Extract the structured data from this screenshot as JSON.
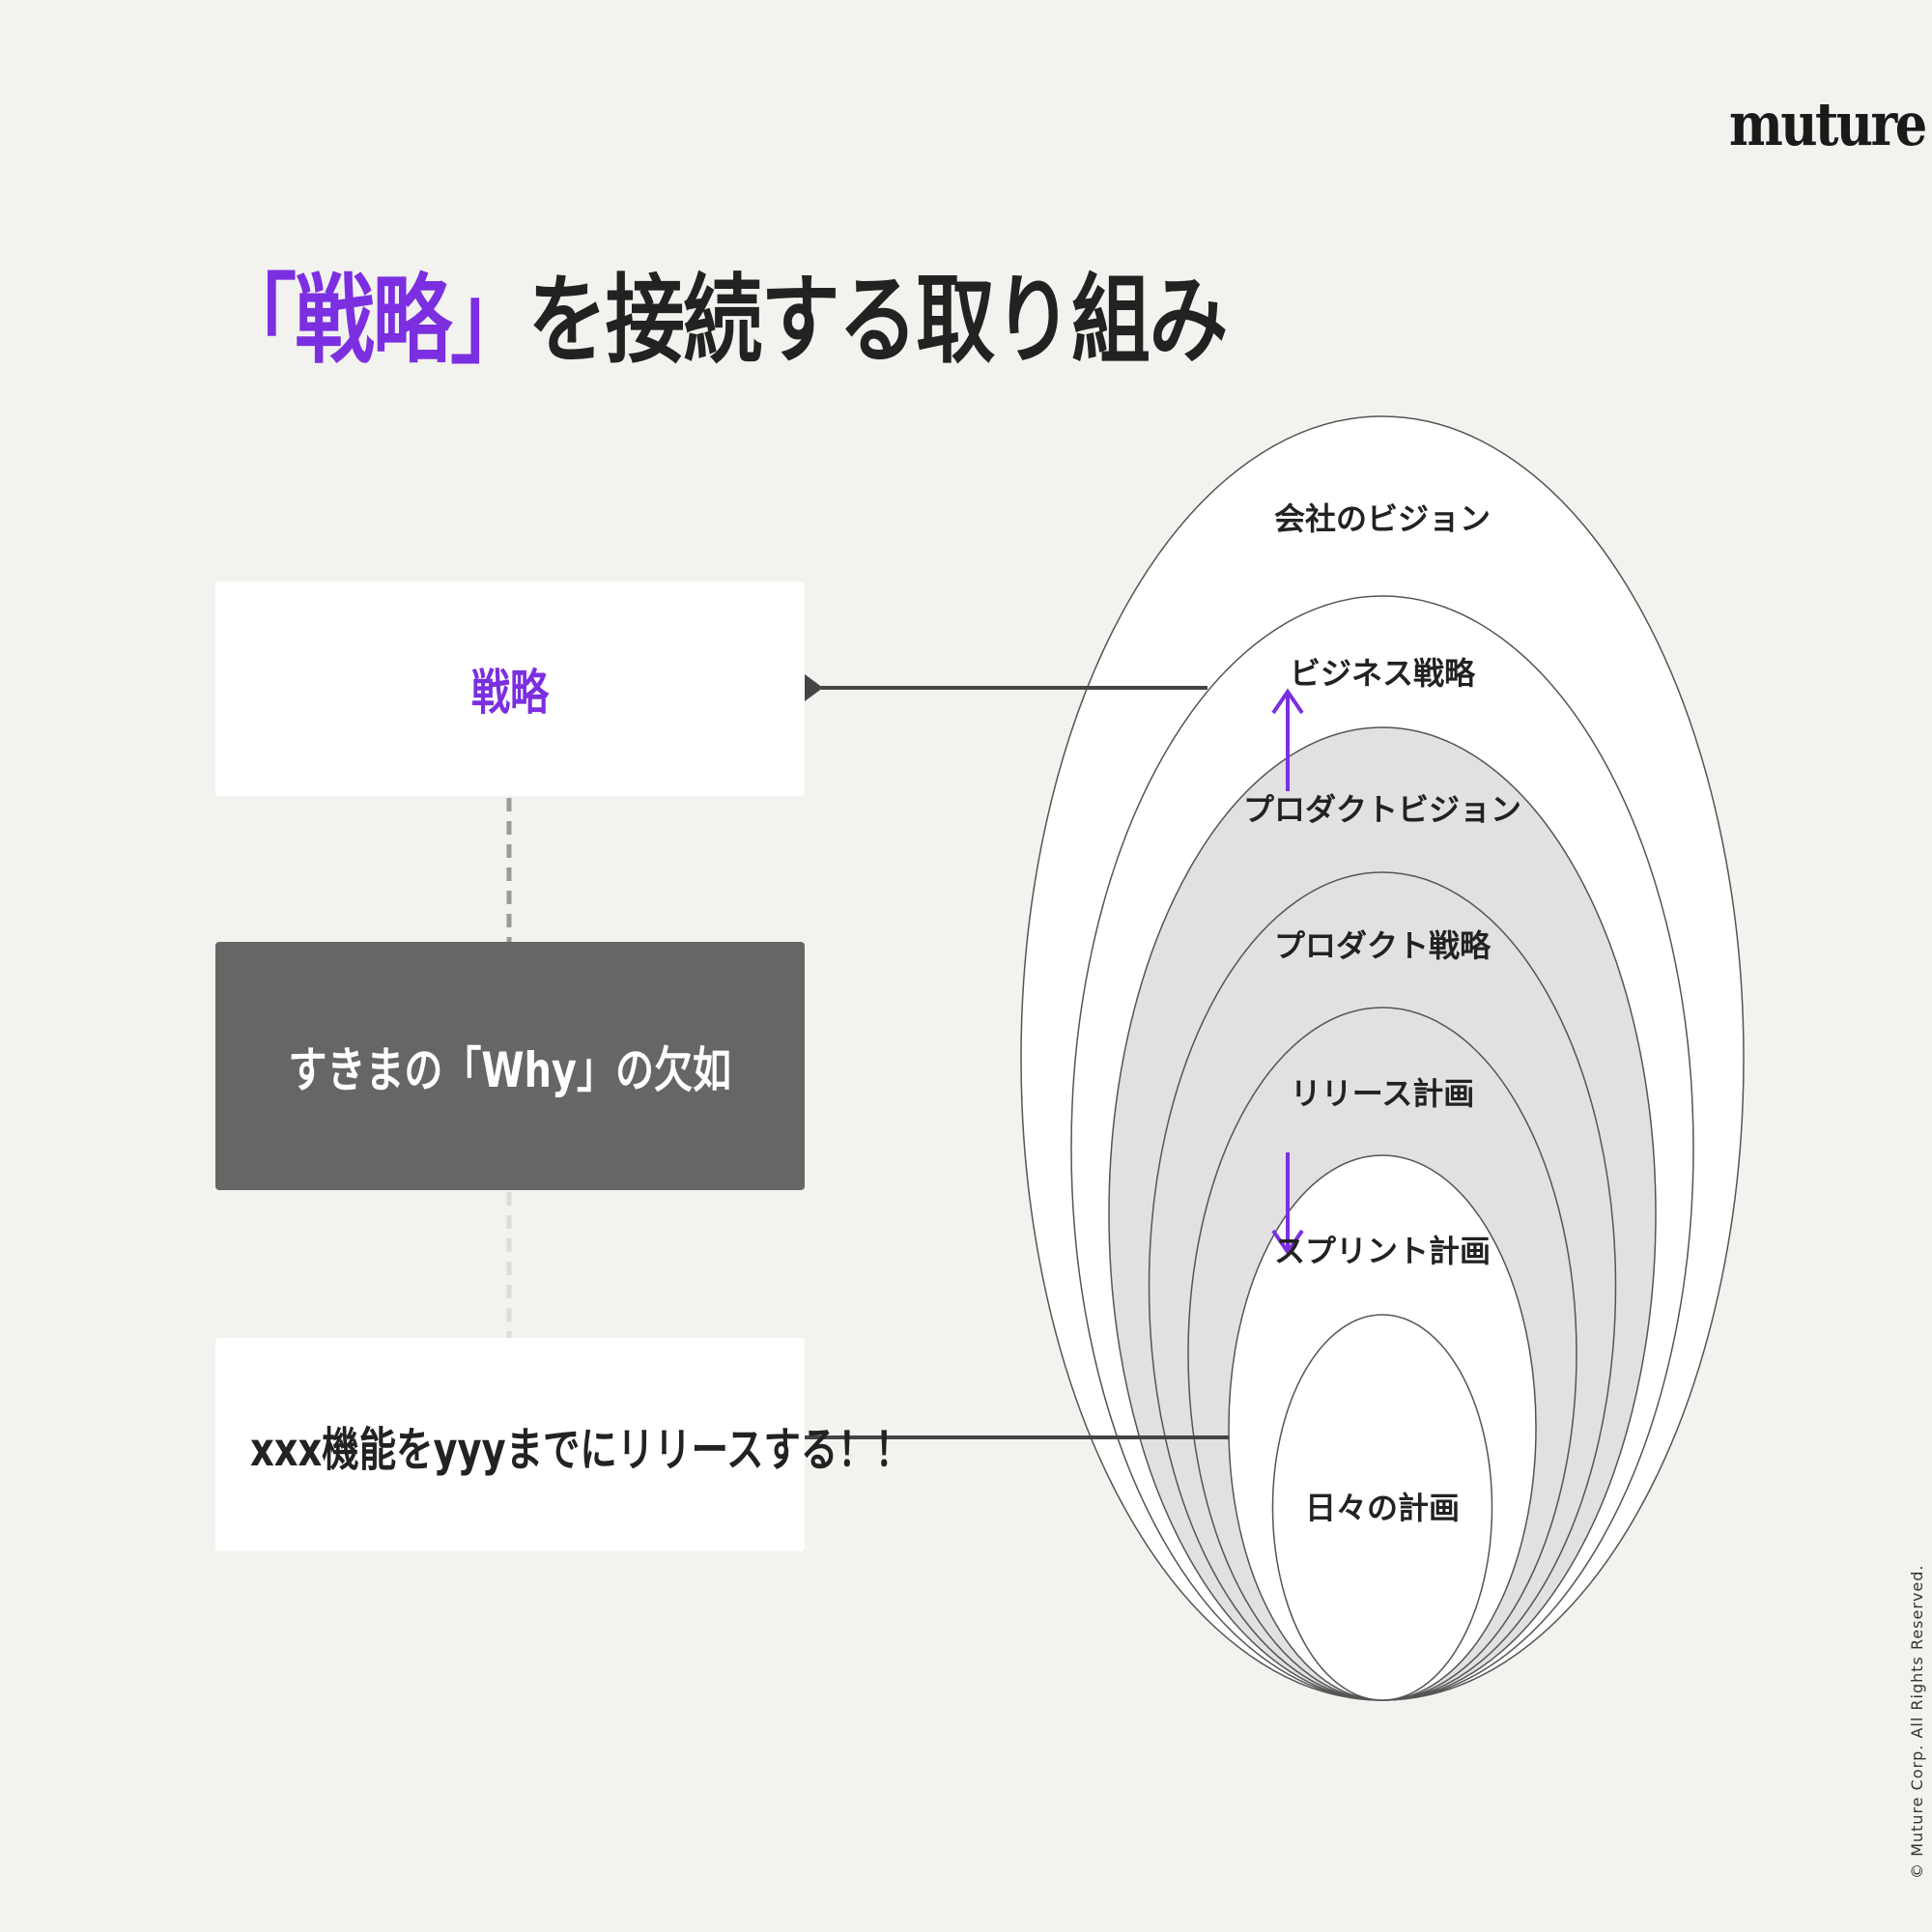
{
  "logo": "muture",
  "title": {
    "accent": "「戦略」",
    "rest": "を接続する取り組み"
  },
  "boxes": {
    "strategy": "戦略",
    "gap": "すきまの「Why」の欠如",
    "release": "xxx機能をyyyまでにリリースする！！"
  },
  "layers": [
    {
      "label": "会社のビジョン",
      "fill": "#ffffff"
    },
    {
      "label": "ビジネス戦略",
      "fill": "#ffffff"
    },
    {
      "label": "プロダクトビジョン",
      "fill": "#e1e0e2"
    },
    {
      "label": "プロダクト戦略",
      "fill": "#e1e0e2"
    },
    {
      "label": "リリース計画",
      "fill": "#e1e0e2"
    },
    {
      "label": "スプリント計画",
      "fill": "#ffffff"
    },
    {
      "label": "日々の計画",
      "fill": "#ffffff"
    }
  ],
  "colors": {
    "accent": "#7b2fe0",
    "gap_box": "#666666",
    "background": "#f2f2ee"
  },
  "copyright": "© Muture Corp. All Rights Reserved."
}
